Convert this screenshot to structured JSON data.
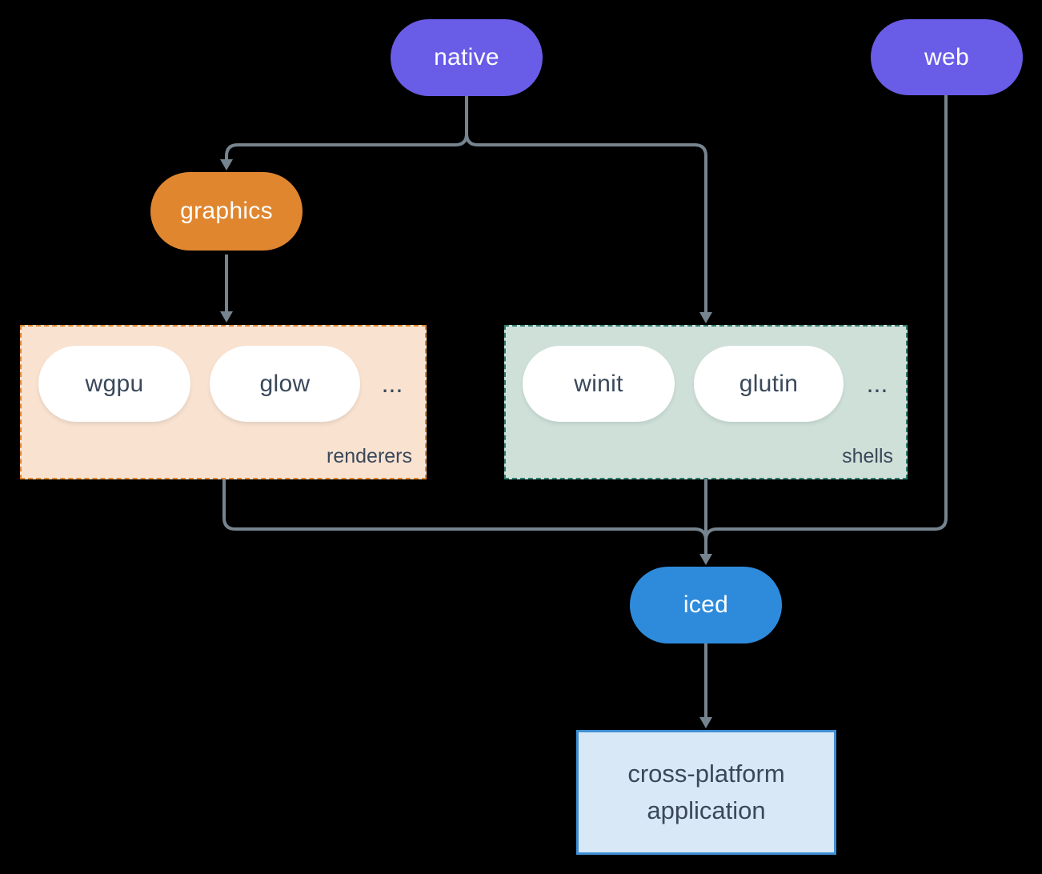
{
  "diagram": {
    "background_color": "#000000",
    "edge_color": "#76848f",
    "nodes": {
      "native": {
        "label": "native",
        "color": "#695ce7",
        "text_color": "#ffffff"
      },
      "web": {
        "label": "web",
        "color": "#695ce7",
        "text_color": "#ffffff"
      },
      "graphics": {
        "label": "graphics",
        "color": "#e0862f",
        "text_color": "#ffffff"
      },
      "wgpu": {
        "label": "wgpu",
        "color": "#ffffff",
        "text_color": "#3a485a"
      },
      "glow": {
        "label": "glow",
        "color": "#ffffff",
        "text_color": "#3a485a"
      },
      "winit": {
        "label": "winit",
        "color": "#ffffff",
        "text_color": "#3a485a"
      },
      "glutin": {
        "label": "glutin",
        "color": "#ffffff",
        "text_color": "#3a485a"
      },
      "iced": {
        "label": "iced",
        "color": "#2e8bdc",
        "text_color": "#ffffff"
      },
      "app": {
        "label": "cross-platform application",
        "fill": "#d8e8f7",
        "border": "#3e8fd3",
        "text_color": "#3a485a"
      }
    },
    "groups": {
      "renderers": {
        "label": "renderers",
        "ellipsis": "...",
        "fill": "#f9e2d0",
        "border": "#e0862f"
      },
      "shells": {
        "label": "shells",
        "ellipsis": "...",
        "fill": "#cfe0d9",
        "border": "#2e7d6e"
      }
    },
    "edges": [
      {
        "from": "native",
        "to": "graphics"
      },
      {
        "from": "native",
        "to": "shells"
      },
      {
        "from": "graphics",
        "to": "renderers"
      },
      {
        "from": "renderers",
        "to": "iced"
      },
      {
        "from": "shells",
        "to": "iced"
      },
      {
        "from": "web",
        "to": "iced"
      },
      {
        "from": "iced",
        "to": "app"
      }
    ]
  }
}
